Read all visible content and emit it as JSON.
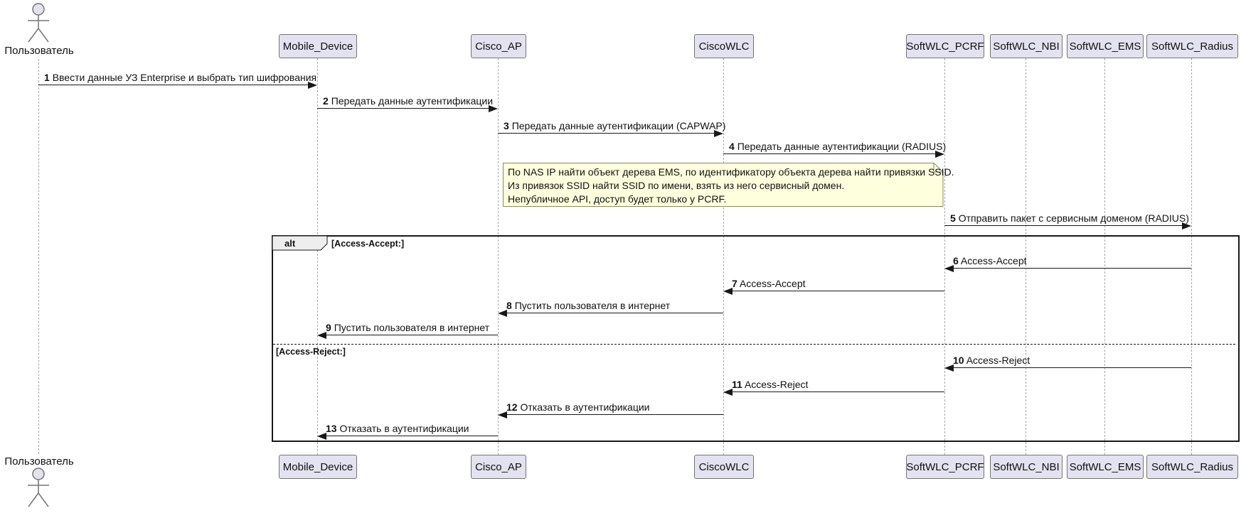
{
  "diagram_type": "uml-sequence",
  "actor": {
    "label": "Пользователь"
  },
  "participants": [
    {
      "label": "Mobile_Device"
    },
    {
      "label": "Cisco_AP"
    },
    {
      "label": "CiscoWLC"
    },
    {
      "label": "SoftWLC_PCRF"
    },
    {
      "label": "SoftWLC_NBI"
    },
    {
      "label": "SoftWLC_EMS"
    },
    {
      "label": "SoftWLC_Radius"
    }
  ],
  "messages": [
    {
      "num": "1",
      "text": "Ввести данные УЗ Enterprise и выбрать тип шифрования",
      "from": "Пользователь",
      "to": "Mobile_Device"
    },
    {
      "num": "2",
      "text": "Передать данные аутентификации",
      "from": "Mobile_Device",
      "to": "Cisco_AP"
    },
    {
      "num": "3",
      "text": "Передать данные аутентификации (CAPWAP)",
      "from": "Cisco_AP",
      "to": "CiscoWLC"
    },
    {
      "num": "4",
      "text": "Передать данные аутентификации (RADIUS)",
      "from": "CiscoWLC",
      "to": "SoftWLC_PCRF"
    },
    {
      "num": "5",
      "text": "Отправить пакет с сервисным доменом (RADIUS)",
      "from": "SoftWLC_PCRF",
      "to": "SoftWLC_Radius"
    },
    {
      "num": "6",
      "text": "Access-Accept",
      "from": "SoftWLC_Radius",
      "to": "SoftWLC_PCRF"
    },
    {
      "num": "7",
      "text": "Access-Accept",
      "from": "SoftWLC_PCRF",
      "to": "CiscoWLC"
    },
    {
      "num": "8",
      "text": "Пустить пользователя в интернет",
      "from": "CiscoWLC",
      "to": "Cisco_AP"
    },
    {
      "num": "9",
      "text": "Пустить пользователя в интернет",
      "from": "Cisco_AP",
      "to": "Mobile_Device"
    },
    {
      "num": "10",
      "text": "Access-Reject",
      "from": "SoftWLC_Radius",
      "to": "SoftWLC_PCRF"
    },
    {
      "num": "11",
      "text": "Access-Reject",
      "from": "SoftWLC_PCRF",
      "to": "CiscoWLC"
    },
    {
      "num": "12",
      "text": "Отказать в аутентификации",
      "from": "CiscoWLC",
      "to": "Cisco_AP"
    },
    {
      "num": "13",
      "text": "Отказать в аутентификации",
      "from": "Cisco_AP",
      "to": "Mobile_Device"
    }
  ],
  "note": {
    "lines": [
      "По NAS IP найти объект дерева EMS, по идентификатору объекта дерева найти привязки SSID.",
      "Из привязок SSID найти SSID по имени, взять из него сервисный домен.",
      "Непубличное API, доступ будет только у PCRF."
    ]
  },
  "alt": {
    "operator": "alt",
    "branches": [
      "[Access-Accept:]",
      "[Access-Reject:]"
    ]
  },
  "colors": {
    "line": "#181818",
    "lifeline": "#A8A8A8",
    "participant_fill": "#E2E2F0",
    "participant_border": "#757575",
    "note_fill": "#FEFFDD",
    "note_border": "#8a8a5c",
    "frame_border": "#181818",
    "frame_label_fill": "#EEEEEE",
    "text": "#111111"
  }
}
